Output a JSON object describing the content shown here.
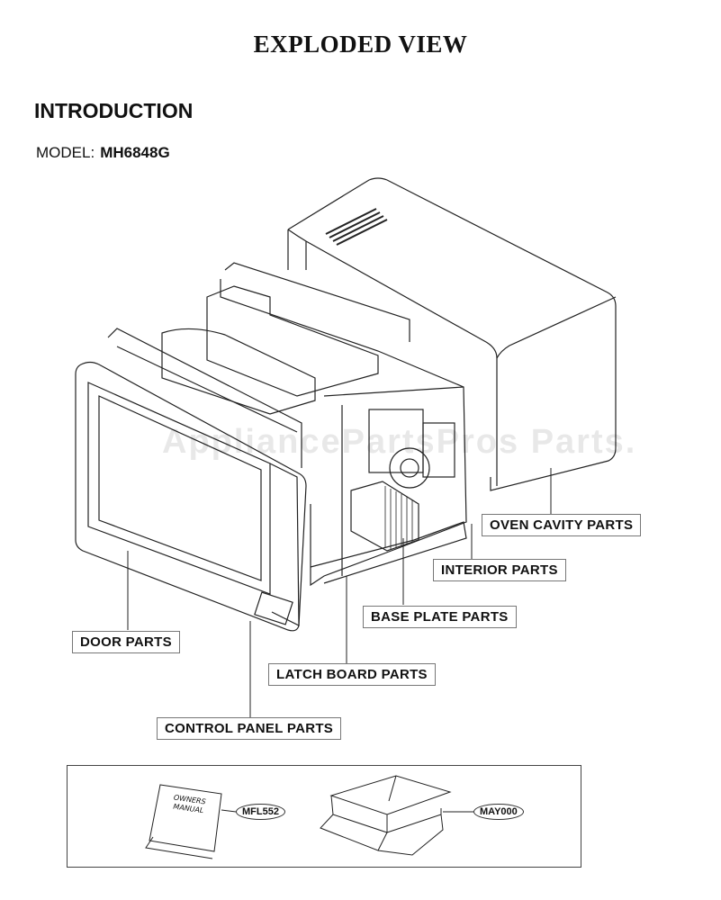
{
  "title": "EXPLODED VIEW",
  "heading": "INTRODUCTION",
  "model": {
    "label": "MODEL:",
    "value": "MH6848G"
  },
  "watermark": "AppliancePartsPros Parts.",
  "labels": {
    "oven_cavity": "OVEN CAVITY PARTS",
    "interior": "INTERIOR PARTS",
    "base_plate": "BASE PLATE PARTS",
    "door": "DOOR PARTS",
    "latch_board": "LATCH BOARD PARTS",
    "control_panel": "CONTROL PANEL PARTS"
  },
  "accessories": {
    "manual_text": "OWNERS\nMANUAL",
    "manual_part": "MFL552",
    "box_part": "MAY000"
  }
}
